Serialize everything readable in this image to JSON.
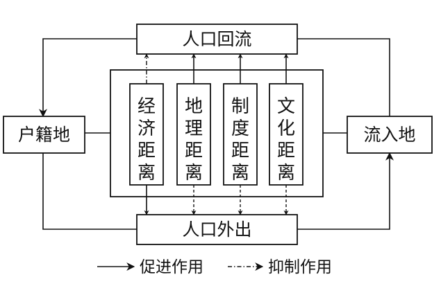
{
  "nodes": {
    "top": "人口回流",
    "bottom": "人口外出",
    "left": "户籍地",
    "right": "流入地"
  },
  "factors": [
    "经济距离",
    "地理距离",
    "制度距离",
    "文化距离"
  ],
  "legend": {
    "promote": "促进作用",
    "inhibit": "抑制作用"
  }
}
